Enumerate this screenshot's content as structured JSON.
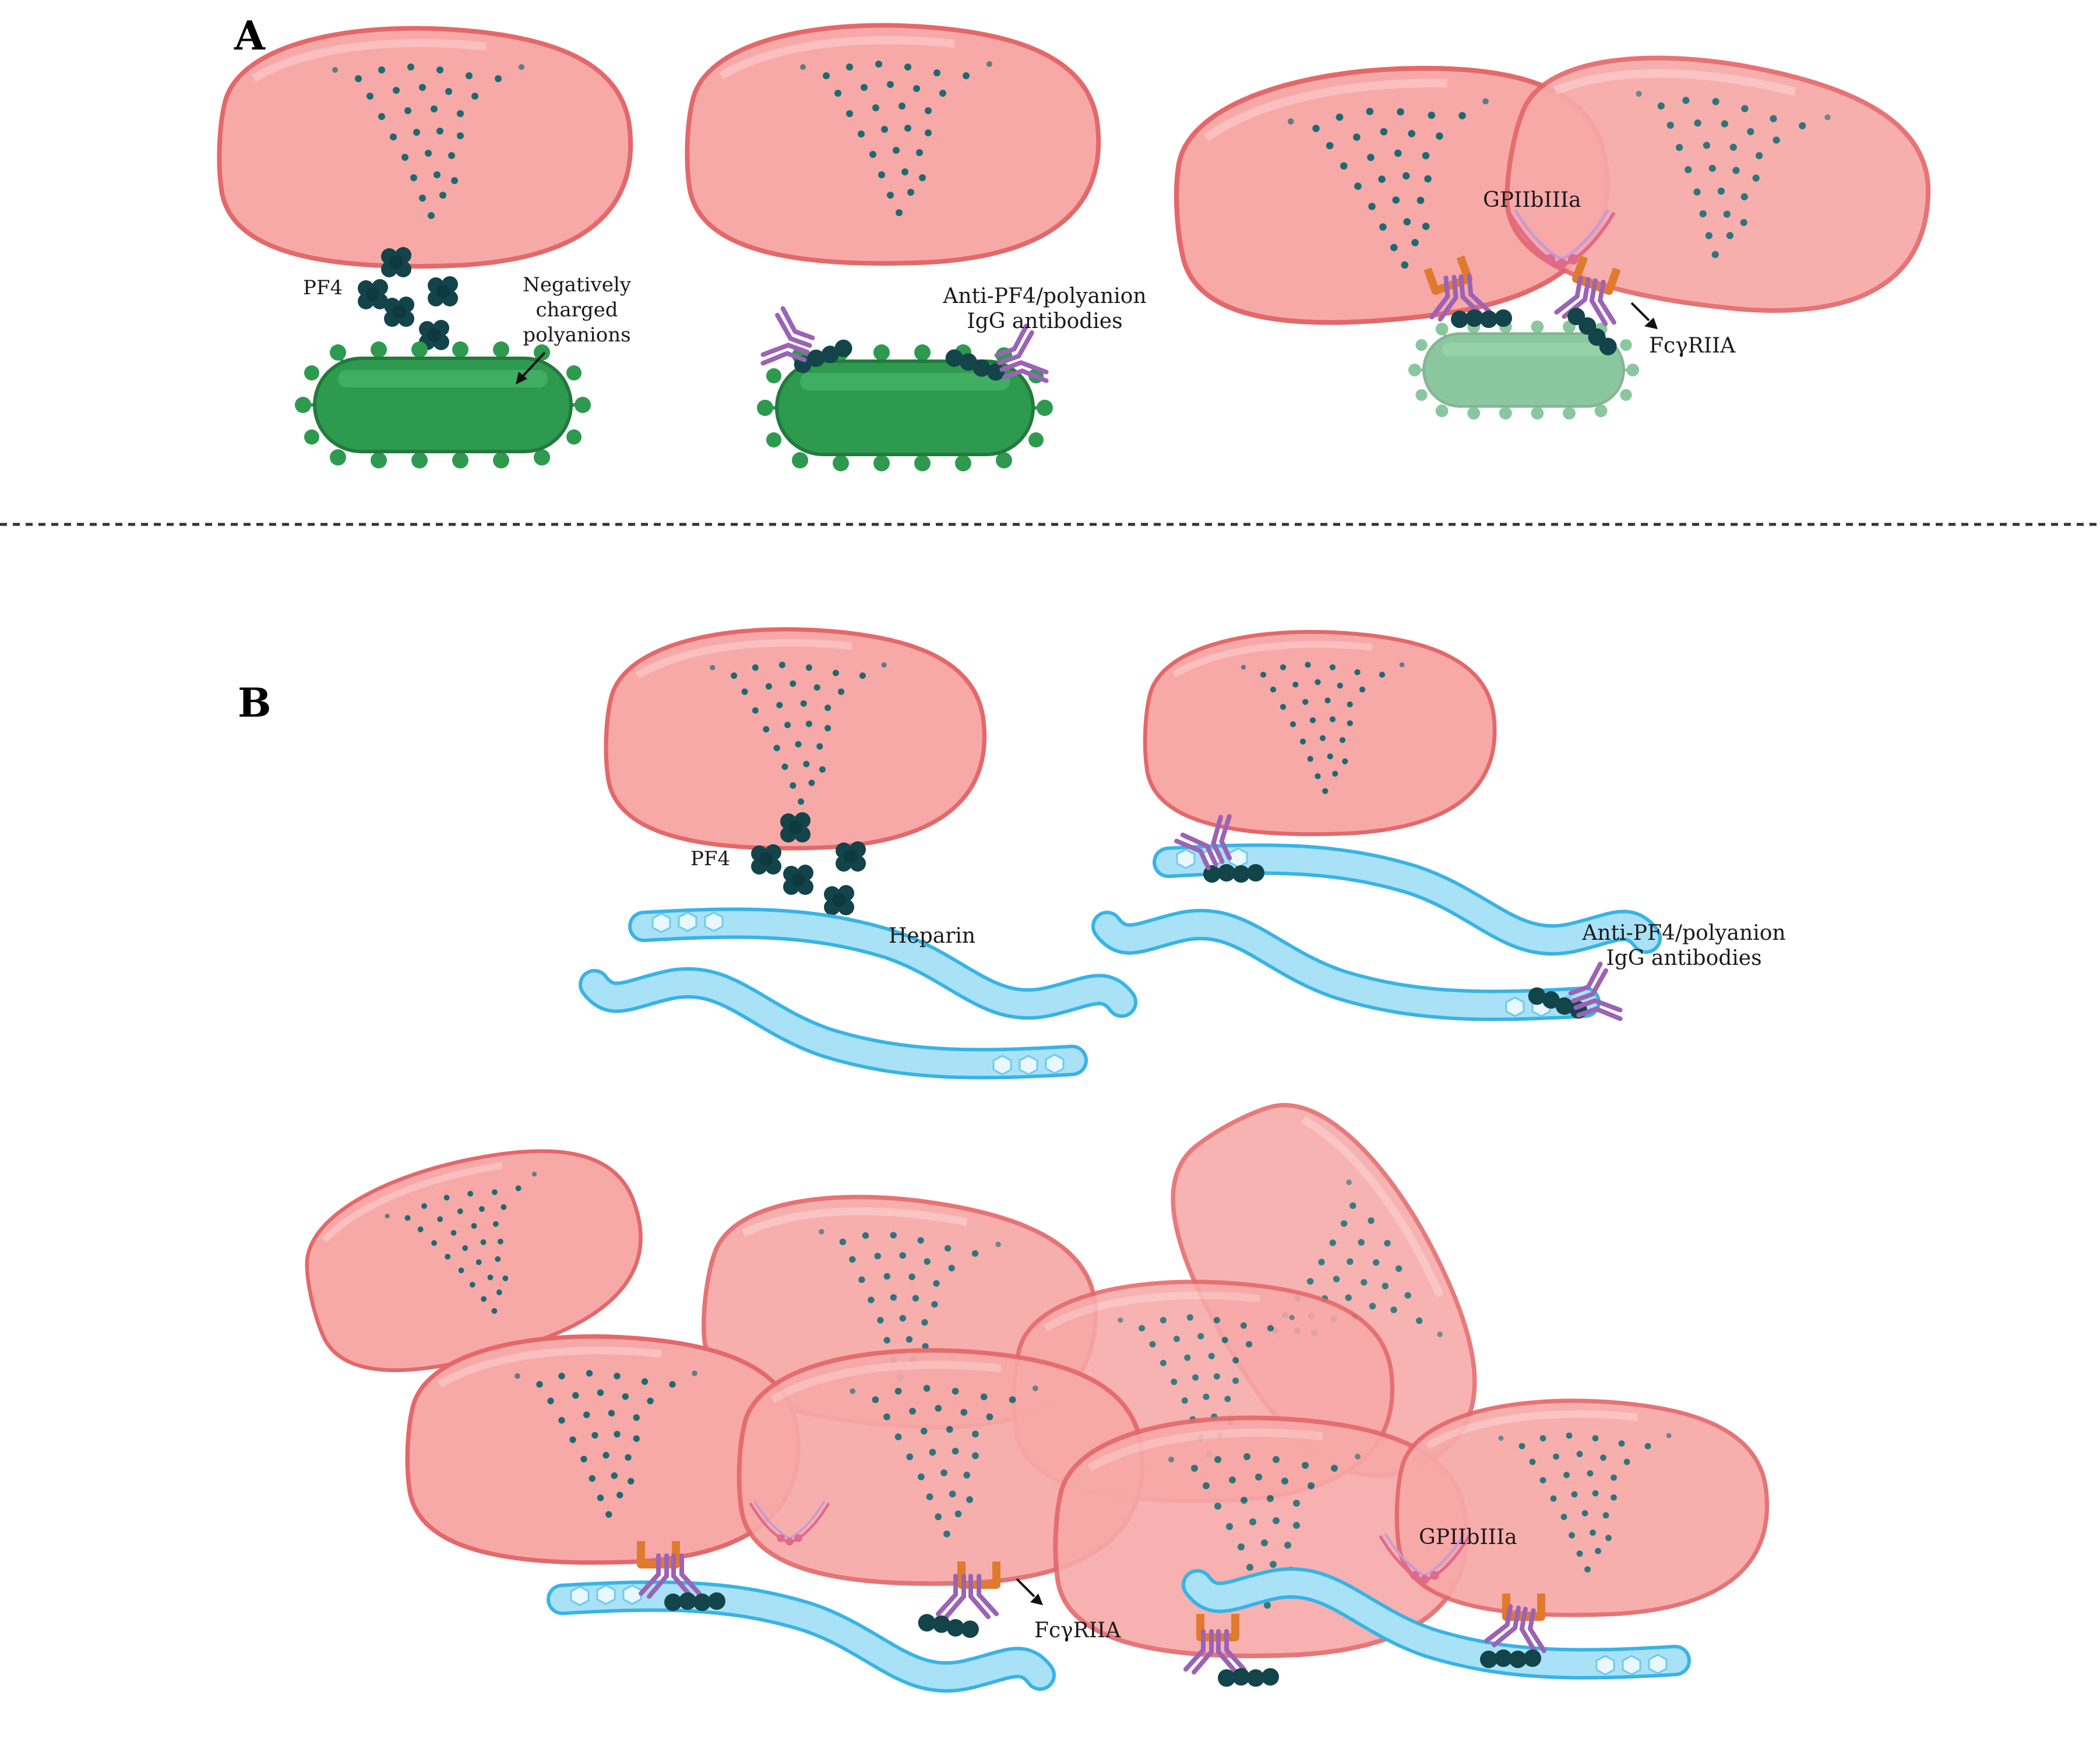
{
  "panels": {
    "a": "A",
    "b": "B"
  },
  "labels": {
    "pf4": "PF4",
    "polyanions_1": "Negatively",
    "polyanions_2": "charged",
    "polyanions_3": "polyanions",
    "antibodies_1": "Anti-PF4/polyanion",
    "antibodies_2": "IgG antibodies",
    "gpiib": "GPIIbIIIa",
    "fcg": "FcγRIIA",
    "heparin": "Heparin"
  },
  "colors": {
    "platelet_fill": "#f7a9a8",
    "platelet_stroke": "#e4686a",
    "granule": "#1d6b72",
    "pf4_complex": "#12444a",
    "bacterium": "#2e9a4f",
    "bacterium_faded": "#8fcb9f",
    "heparin_fill": "#a9e2f7",
    "heparin_stroke": "#38b3e6",
    "antibody": "#9b63b5",
    "fc_receptor": "#e07a2e",
    "integrin": "#e06a8c"
  }
}
